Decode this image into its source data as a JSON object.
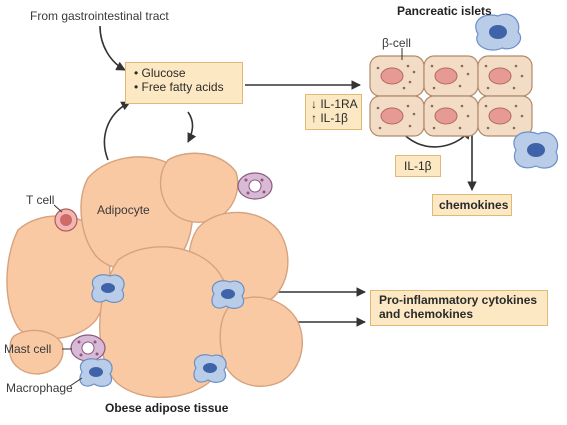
{
  "source_label": "From gastrointestinal tract",
  "nutrients": {
    "items": [
      "• Glucose",
      "• Free fatty acids"
    ]
  },
  "islets": {
    "title": "Pancreatic islets",
    "beta_cell_label": "β-cell",
    "il1_changes": [
      "↓ IL-1RA",
      "↑ IL-1β"
    ],
    "il1b_label": "IL-1β",
    "output_label": "chemokines"
  },
  "adipose": {
    "title": "Obese adipose tissue",
    "adipocyte_label": "Adipocyte",
    "t_cell_label": "T cell",
    "mast_cell_label": "Mast cell",
    "macrophage_label": "Macrophage",
    "output_label": [
      "Pro-inflammatory cytokines",
      "and chemokines"
    ]
  },
  "colors": {
    "adipocyte_fill": "#f9c9a4",
    "beta_cell_fill": "#f2dcc5",
    "label_box_fill": "#fde8c4",
    "macrophage_fill": "#6b8fc7",
    "arrow": "#333333"
  }
}
